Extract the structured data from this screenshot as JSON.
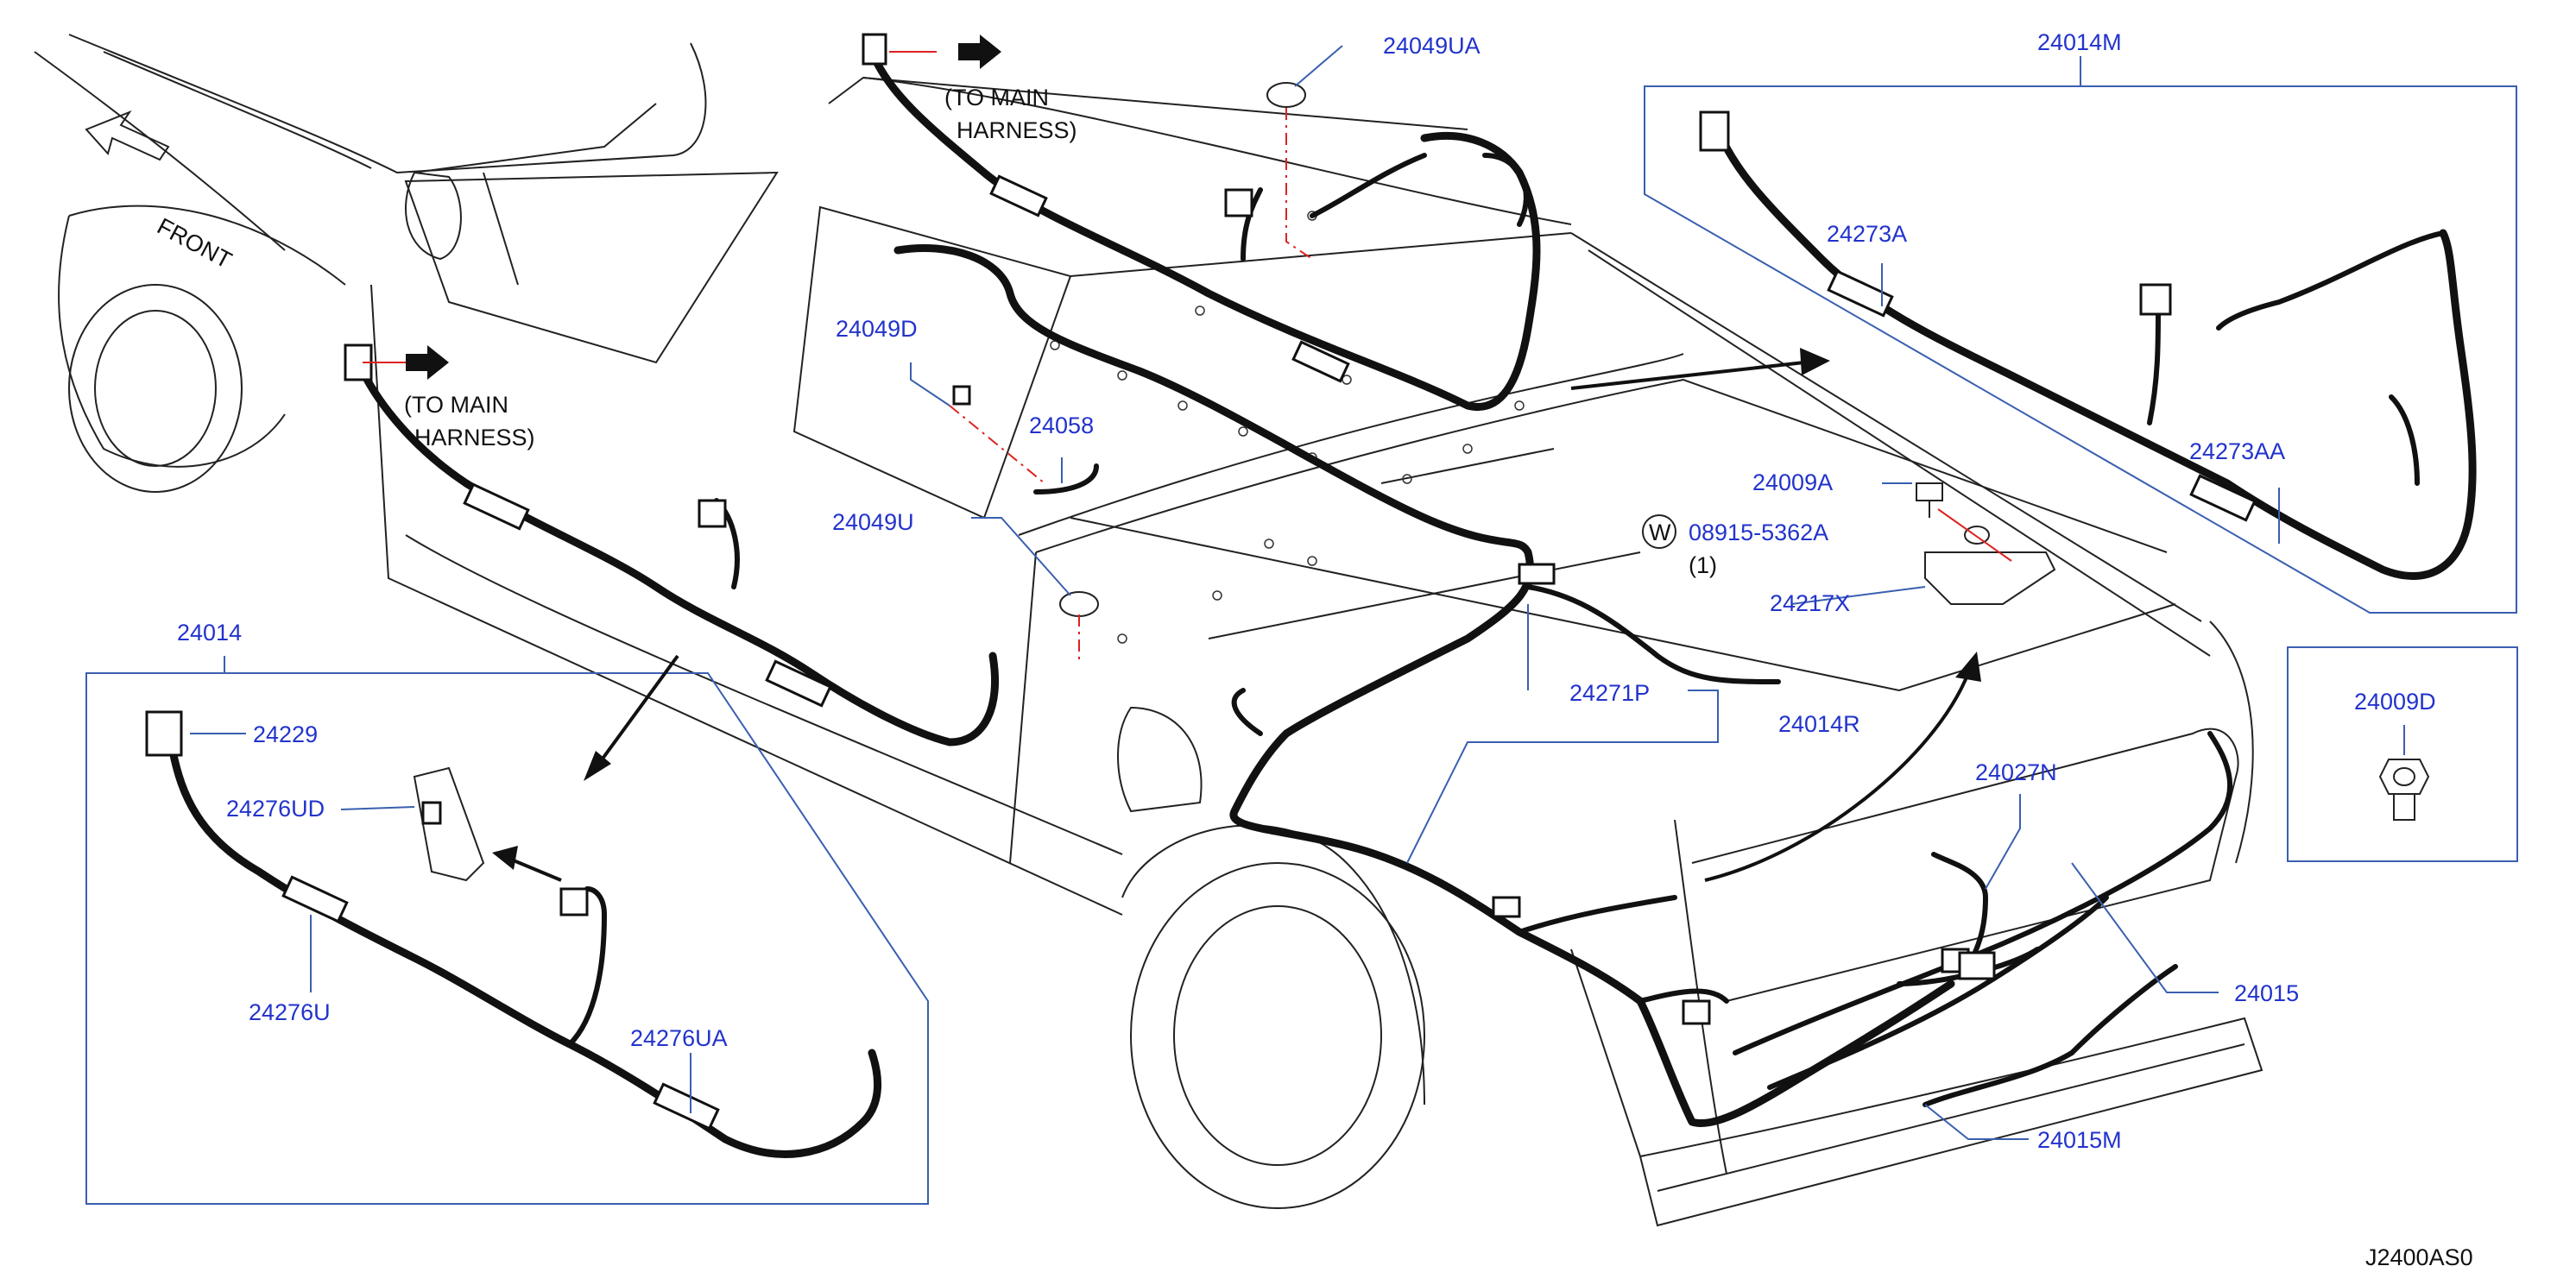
{
  "diagram": {
    "drawing_id": "J2400AS0",
    "front_label": "FRONT",
    "notes": {
      "to_main_upper_line1": "(TO   MAIN",
      "to_main_upper_line2": "HARNESS)",
      "to_main_left_line1": "(TO   MAIN",
      "to_main_left_line2": "HARNESS)"
    },
    "washer_symbol": "W",
    "washer_part": "08915-5362A",
    "washer_qty": "(1)",
    "parts": {
      "p24049UA": "24049UA",
      "p24014M": "24014M",
      "p24273A": "24273A",
      "p24273AA": "24273AA",
      "p24049D": "24049D",
      "p24058": "24058",
      "p24049U": "24049U",
      "p24009A": "24009A",
      "p24217X": "24217X",
      "p24009D": "24009D",
      "p24271P": "24271P",
      "p24014R": "24014R",
      "p24027N": "24027N",
      "p24015": "24015",
      "p24015M": "24015M",
      "p24014": "24014",
      "p24229": "24229",
      "p24276UD": "24276UD",
      "p24276U": "24276U",
      "p24276UA": "24276UA"
    }
  }
}
